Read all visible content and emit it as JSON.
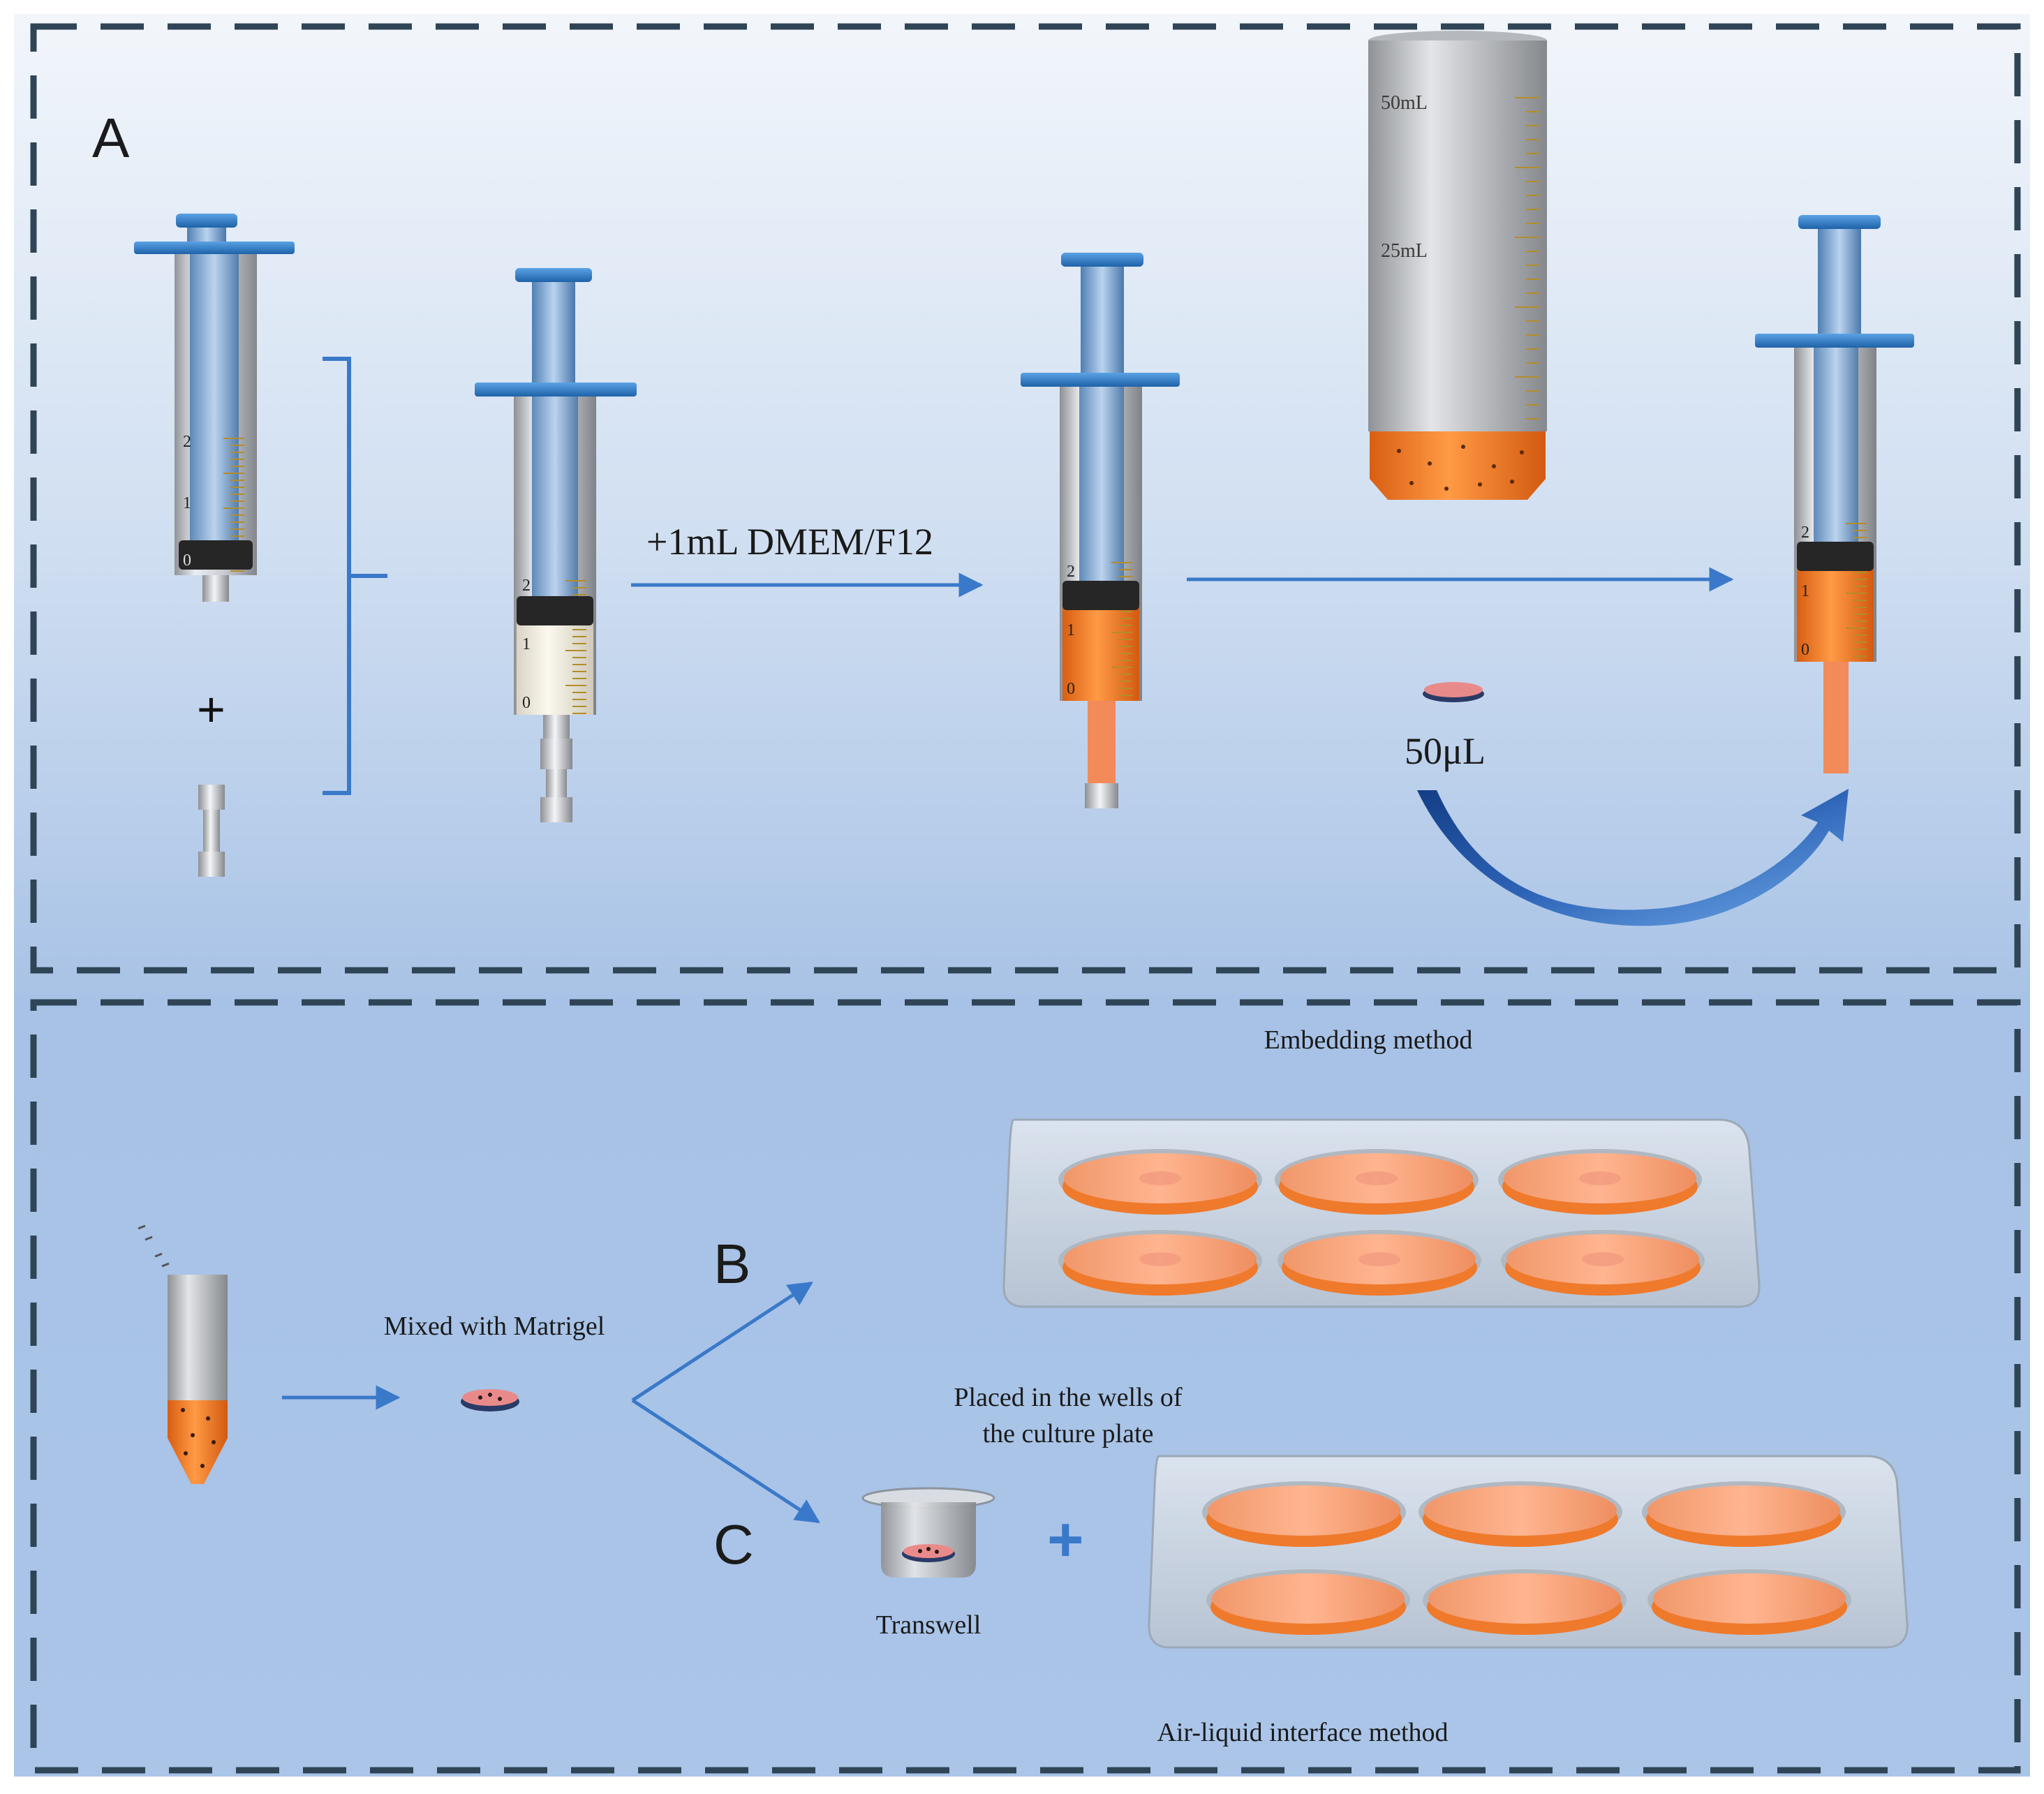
{
  "panels": {
    "a": {
      "letter": "A"
    },
    "b": {
      "letter": "B"
    },
    "c": {
      "letter": "C"
    }
  },
  "syringes": {
    "scale_2": "2",
    "scale_1": "1",
    "scale_0": "0"
  },
  "cylinder": {
    "mark_50": "50mL",
    "mark_25": "25mL"
  },
  "panel_a": {
    "plus": "+",
    "step_label": "+1mL DMEM/F12",
    "volume_label": "50μL"
  },
  "panel_bc": {
    "embedding_label": "Embedding method",
    "mixed_label": "Mixed with Matrigel",
    "placed_line1": "Placed in the wells of",
    "placed_line2": "the culture plate",
    "transwell_label": "Transwell",
    "plus": "+",
    "air_liquid_label": "Air-liquid interface method"
  },
  "colors": {
    "frame_dash": "#2f4556",
    "arrow_blue": "#3a79c9",
    "plunger_blue": "#2e7fc8",
    "medium_orange": "#f07a28",
    "gel_pink": "#e77777",
    "curved_arrow": "#1f4f98"
  }
}
